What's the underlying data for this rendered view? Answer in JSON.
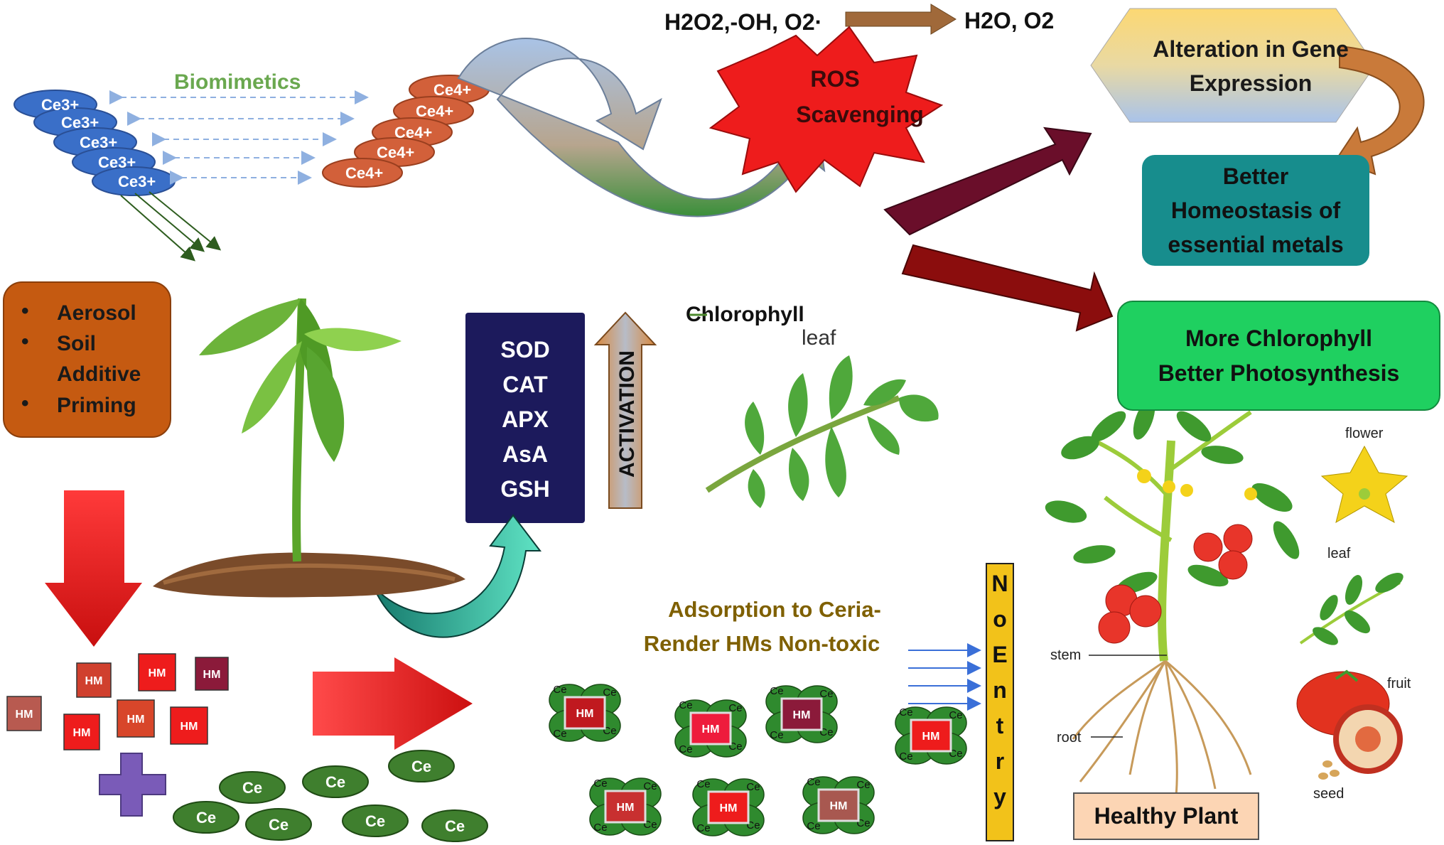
{
  "reaction": {
    "reactants": "H2O2,-OH, O2·",
    "products": "H2O, O2"
  },
  "ros": {
    "line1": "ROS",
    "line2": "Scavenging"
  },
  "biomimetics": "Biomimetics",
  "ce3_label": "Ce3+",
  "ce4_label": "Ce4+",
  "application": {
    "items": [
      "Aerosol",
      "Soil Additive",
      "Priming"
    ]
  },
  "enzymes": [
    "SOD",
    "CAT",
    "APX",
    "AsA",
    "GSH"
  ],
  "activation": "ACTIVATION",
  "chlorophyll_label": "Chlorophyll",
  "leaf_label": "leaf",
  "gene_box": "Alteration in Gene Expression",
  "homeostasis_box": "Better Homeostasis of essential metals",
  "chlorophyll_box": {
    "line1": "More Chlorophyll",
    "line2": "Better Photosynthesis"
  },
  "hm_label": "HM",
  "ce_label": "Ce",
  "adsorption": {
    "line1": "Adsorption to Ceria-",
    "line2": "Render HMs Non-toxic"
  },
  "no_entry": [
    "N",
    "o",
    "E",
    "n",
    "t",
    "r",
    "y"
  ],
  "plant_labels": {
    "flower": "flower",
    "leaf": "leaf",
    "stem": "stem",
    "root": "root",
    "fruit": "fruit",
    "seed": "seed"
  },
  "healthy_plant": "Healthy Plant",
  "colors": {
    "ce3": "#3a6fc8",
    "ce4": "#d2603a",
    "ros_star": "#ee1c1c",
    "enzyme_box": "#1c1a5c",
    "homeostasis": "#178d8d",
    "chlorophyll_box": "#1fd060",
    "healthy_plant_box": "#fcd5b4",
    "no_entry": "#f2c21a",
    "ce_green": "#3f7f2e",
    "application_box": "#c55a11"
  }
}
